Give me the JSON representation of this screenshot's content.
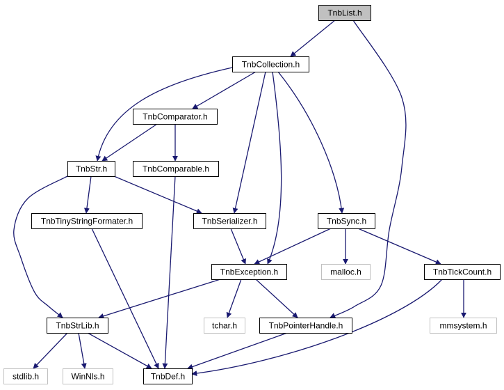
{
  "colors": {
    "edge": "#191970",
    "node_border": "#000000",
    "external_border": "#c0c0c0",
    "root_fill": "#c0c0c0",
    "node_fill": "#ffffff",
    "text": "#000000"
  },
  "nodes": [
    {
      "id": "tnblist",
      "label": "TnbList.h",
      "kind": "root"
    },
    {
      "id": "tnbcollection",
      "label": "TnbCollection.h",
      "kind": "local"
    },
    {
      "id": "tnbcomparator",
      "label": "TnbComparator.h",
      "kind": "local"
    },
    {
      "id": "tnbstr",
      "label": "TnbStr.h",
      "kind": "local"
    },
    {
      "id": "tnbcomparable",
      "label": "TnbComparable.h",
      "kind": "local"
    },
    {
      "id": "tnbtinystringformater",
      "label": "TnbTinyStringFormater.h",
      "kind": "local"
    },
    {
      "id": "tnbserializer",
      "label": "TnbSerializer.h",
      "kind": "local"
    },
    {
      "id": "tnbsync",
      "label": "TnbSync.h",
      "kind": "local"
    },
    {
      "id": "tnbexception",
      "label": "TnbException.h",
      "kind": "local"
    },
    {
      "id": "malloc",
      "label": "malloc.h",
      "kind": "external"
    },
    {
      "id": "tnbtickcount",
      "label": "TnbTickCount.h",
      "kind": "local"
    },
    {
      "id": "tnbstrlib",
      "label": "TnbStrLib.h",
      "kind": "local"
    },
    {
      "id": "tchar",
      "label": "tchar.h",
      "kind": "external"
    },
    {
      "id": "tnbpointerhandle",
      "label": "TnbPointerHandle.h",
      "kind": "local"
    },
    {
      "id": "mmsystem",
      "label": "mmsystem.h",
      "kind": "external"
    },
    {
      "id": "stdlib",
      "label": "stdlib.h",
      "kind": "external"
    },
    {
      "id": "winnls",
      "label": "WinNls.h",
      "kind": "external"
    },
    {
      "id": "tnbdef",
      "label": "TnbDef.h",
      "kind": "local"
    }
  ],
  "edges": [
    {
      "from": "tnblist",
      "to": "tnbcollection"
    },
    {
      "from": "tnblist",
      "to": "tnbpointerhandle"
    },
    {
      "from": "tnbcollection",
      "to": "tnbcomparator"
    },
    {
      "from": "tnbcollection",
      "to": "tnbstr"
    },
    {
      "from": "tnbcollection",
      "to": "tnbserializer"
    },
    {
      "from": "tnbcollection",
      "to": "tnbexception"
    },
    {
      "from": "tnbcollection",
      "to": "tnbsync"
    },
    {
      "from": "tnbcomparator",
      "to": "tnbstr"
    },
    {
      "from": "tnbcomparator",
      "to": "tnbcomparable"
    },
    {
      "from": "tnbstr",
      "to": "tnbtinystringformater"
    },
    {
      "from": "tnbstr",
      "to": "tnbserializer"
    },
    {
      "from": "tnbstr",
      "to": "tnbstrlib"
    },
    {
      "from": "tnbcomparable",
      "to": "tnbdef"
    },
    {
      "from": "tnbtinystringformater",
      "to": "tnbdef"
    },
    {
      "from": "tnbserializer",
      "to": "tnbexception"
    },
    {
      "from": "tnbsync",
      "to": "tnbexception"
    },
    {
      "from": "tnbsync",
      "to": "malloc"
    },
    {
      "from": "tnbsync",
      "to": "tnbtickcount"
    },
    {
      "from": "tnbexception",
      "to": "tnbstrlib"
    },
    {
      "from": "tnbexception",
      "to": "tchar"
    },
    {
      "from": "tnbexception",
      "to": "tnbpointerhandle"
    },
    {
      "from": "tnbtickcount",
      "to": "mmsystem"
    },
    {
      "from": "tnbtickcount",
      "to": "tnbdef"
    },
    {
      "from": "tnbstrlib",
      "to": "stdlib"
    },
    {
      "from": "tnbstrlib",
      "to": "winnls"
    },
    {
      "from": "tnbstrlib",
      "to": "tnbdef"
    },
    {
      "from": "tnbpointerhandle",
      "to": "tnbdef"
    }
  ]
}
